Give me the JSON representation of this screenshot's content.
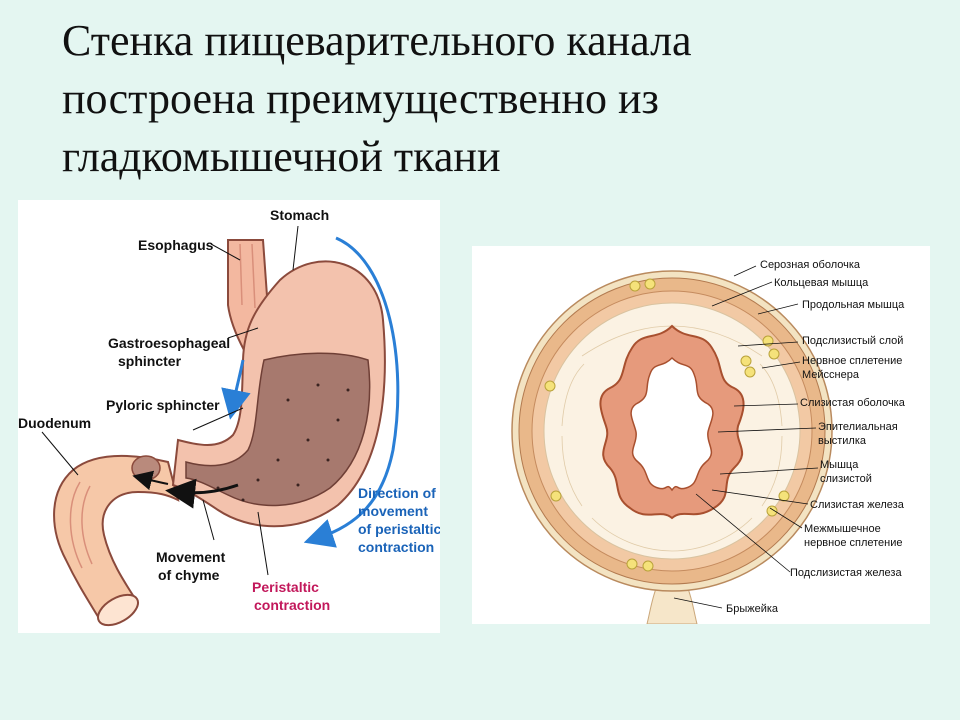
{
  "title": {
    "lines": [
      "Стенка пищеварительного канала",
      "построена преимущественно из",
      "гладкомышечной ткани"
    ]
  },
  "stomach_diagram": {
    "labels": {
      "stomach": "Stomach",
      "esophagus": "Esophagus",
      "gastroesophageal_1": "Gastroesophageal",
      "gastroesophageal_2": "sphincter",
      "pyloric": "Pyloric sphincter",
      "duodenum": "Duodenum",
      "movement_1": "Movement",
      "movement_2": "of chyme",
      "peristaltic_1": "Peristaltic",
      "peristaltic_2": "contraction",
      "direction_1": "Direction of",
      "direction_2": "movement",
      "direction_3": "of peristaltic",
      "direction_4": "contraction"
    },
    "colors": {
      "arrow_blue": "#2a7fd6",
      "label_blue": "#1a63b8",
      "label_pink": "#c2185b"
    }
  },
  "cross_section": {
    "labels": {
      "serous": "Серозная оболочка",
      "circular": "Кольцевая мышца",
      "longitudinal": "Продольная мышца",
      "submucosa": "Подслизистый слой",
      "meissner_1": "Нервное сплетение",
      "meissner_2": "Мейсснера",
      "mucosa": "Слизистая оболочка",
      "epithelial_1": "Эпителиальная",
      "epithelial_2": "выстилка",
      "muscularis_1": "Мышца",
      "muscularis_2": "слизистой",
      "mucous_gland": "Слизистая железа",
      "myenteric_1": "Межмышечное",
      "myenteric_2": "нервное сплетение",
      "submucosal_gland": "Подслизистая железа",
      "mesentery": "Брыжейка"
    }
  }
}
